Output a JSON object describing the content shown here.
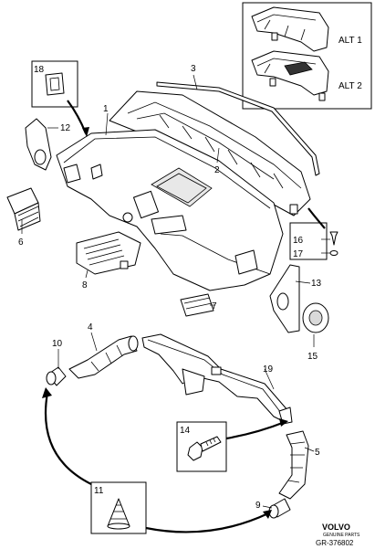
{
  "callouts": {
    "c1": "1",
    "c2": "2",
    "c3": "3",
    "c4": "4",
    "c5": "5",
    "c6": "6",
    "c7": "7",
    "c8": "8",
    "c9": "9",
    "c10": "10",
    "c11": "11",
    "c12": "12",
    "c13": "13",
    "c14": "14",
    "c15": "15",
    "c16": "16",
    "c17": "17",
    "c18": "18",
    "c19": "19"
  },
  "inset": {
    "alt1": "ALT 1",
    "alt2": "ALT 2"
  },
  "brand": {
    "name": "VOLVO",
    "tagline": "GENUINE PARTS",
    "code": "GR-376802"
  }
}
